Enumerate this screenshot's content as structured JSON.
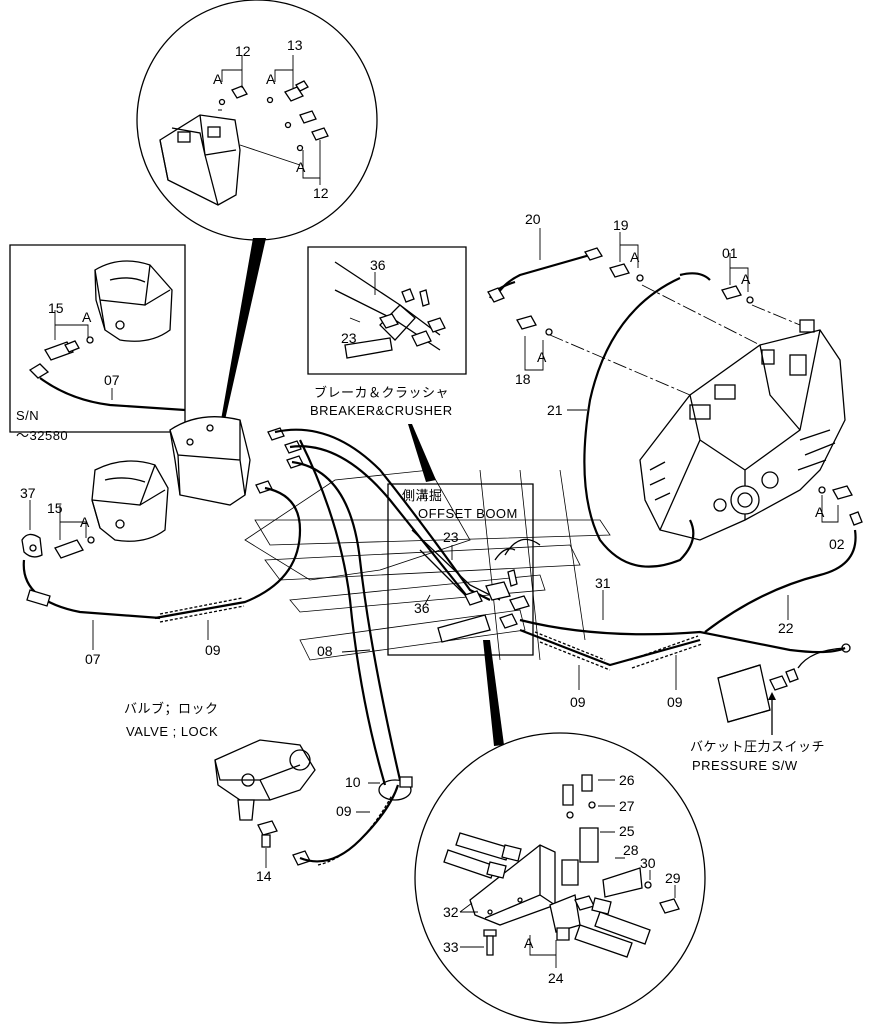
{
  "labels": {
    "breaker_crusher_jp": "ブレーカ＆クラッシャ",
    "breaker_crusher_en": "BREAKER&CRUSHER",
    "offset_boom_jp": "側溝掘",
    "offset_boom_en": "OFFSET BOOM",
    "valve_lock_jp": "バルブ；ロック",
    "valve_lock_en": "VALVE ; LOCK",
    "pressure_sw_jp": "バケット圧力スイッチ",
    "pressure_sw_en": "PRESSURE S/W",
    "sn_line1": "S/N",
    "sn_line2": "～32580",
    "letter_a": "A"
  },
  "callouts": {
    "c12a": "12",
    "c13": "13",
    "c12b": "12",
    "c36a": "36",
    "c23a": "23",
    "c20": "20",
    "c19": "19",
    "c01": "01",
    "c18": "18",
    "c21": "21",
    "c15a": "15",
    "c07a": "07",
    "c37": "37",
    "c15b": "15",
    "c07b": "07",
    "c09a": "09",
    "c08": "08",
    "c23b": "23",
    "c36b": "36",
    "c31": "31",
    "c02": "02",
    "c22": "22",
    "c09b": "09",
    "c09c": "09",
    "c10": "10",
    "c09d": "09",
    "c14": "14",
    "c26": "26",
    "c27": "27",
    "c25": "25",
    "c28": "28",
    "c30": "30",
    "c29": "29",
    "c32": "32",
    "c33": "33",
    "c24": "24"
  }
}
